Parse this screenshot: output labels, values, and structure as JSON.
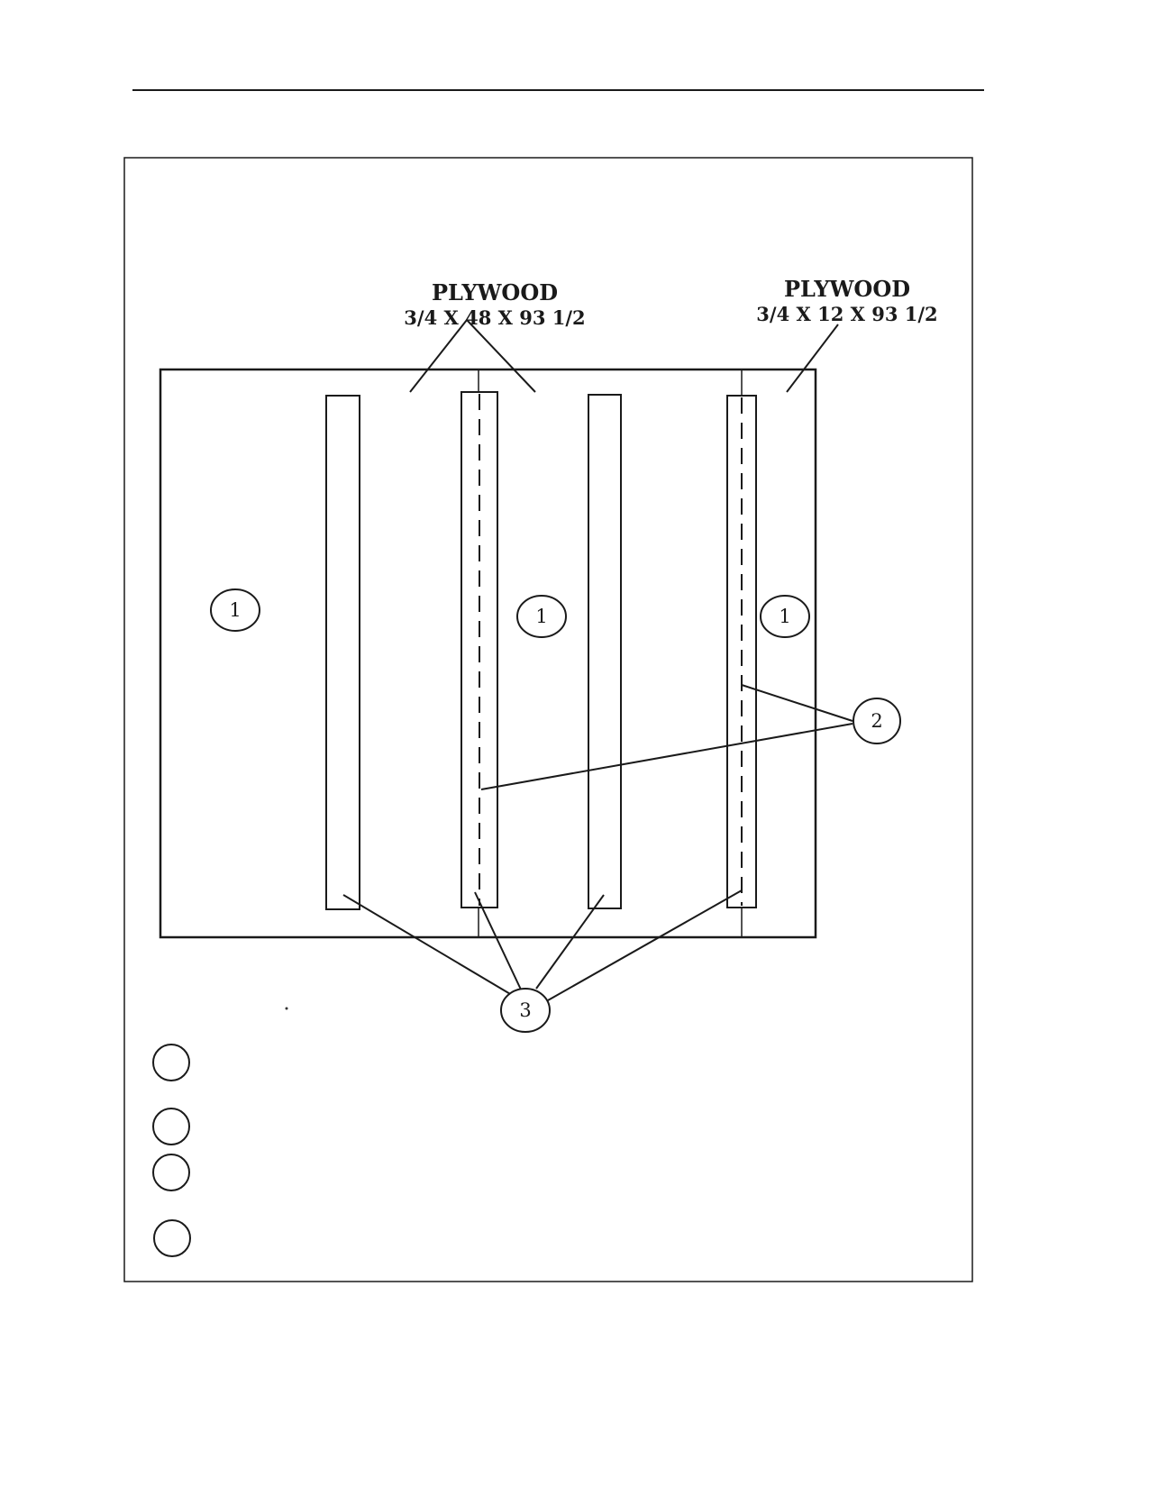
{
  "labels": {
    "plywood_left": {
      "title": "PLYWOOD",
      "dims": "3/4 X 48 X 93 1/2"
    },
    "plywood_right": {
      "title": "PLYWOOD",
      "dims": "3/4 X 12 X 93 1/2"
    }
  },
  "callouts": {
    "panel_1": "1",
    "panel_2": "1",
    "panel_3": "1",
    "seam": "2",
    "strip": "3"
  },
  "colors": {
    "ink": "#1a1a1a",
    "paper": "#ffffff"
  }
}
